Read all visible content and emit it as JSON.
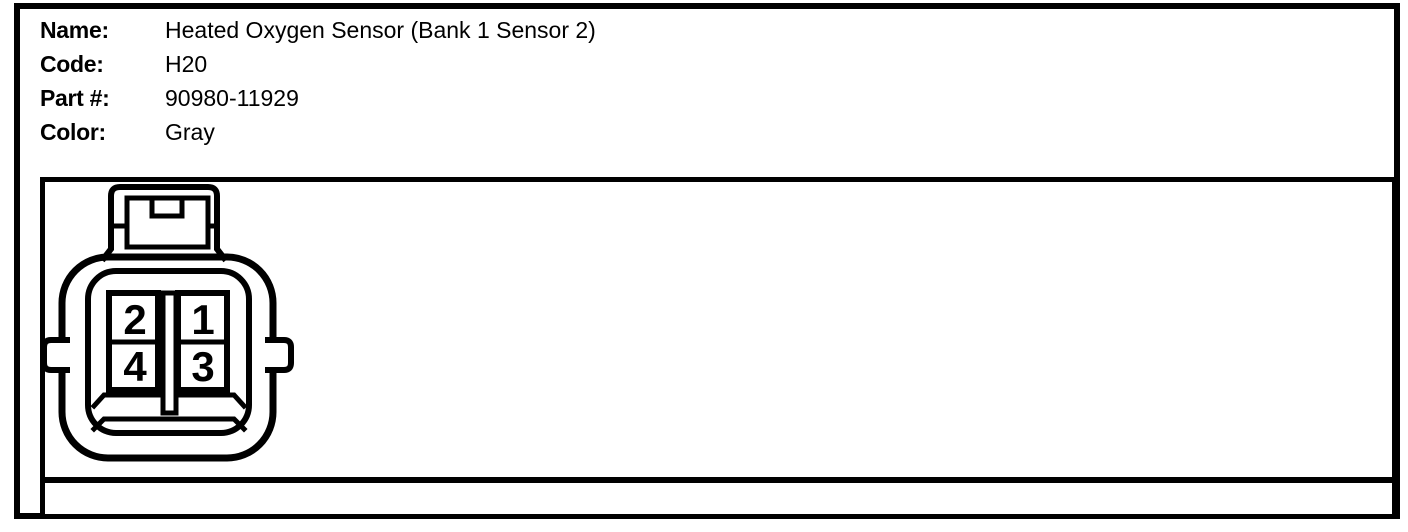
{
  "header": {
    "fields": [
      {
        "label": "Name:",
        "value": "Heated Oxygen Sensor (Bank 1 Sensor 2)"
      },
      {
        "label": "Code:",
        "value": "H20"
      },
      {
        "label": "Part #:",
        "value": "90980-11929"
      },
      {
        "label": "Color:",
        "value": "Gray"
      }
    ]
  },
  "connector": {
    "pins": [
      {
        "position": "top-left",
        "number": "2"
      },
      {
        "position": "top-right",
        "number": "1"
      },
      {
        "position": "bottom-left",
        "number": "4"
      },
      {
        "position": "bottom-right",
        "number": "3"
      }
    ]
  },
  "colors": {
    "line": "#000000",
    "background": "#ffffff"
  }
}
